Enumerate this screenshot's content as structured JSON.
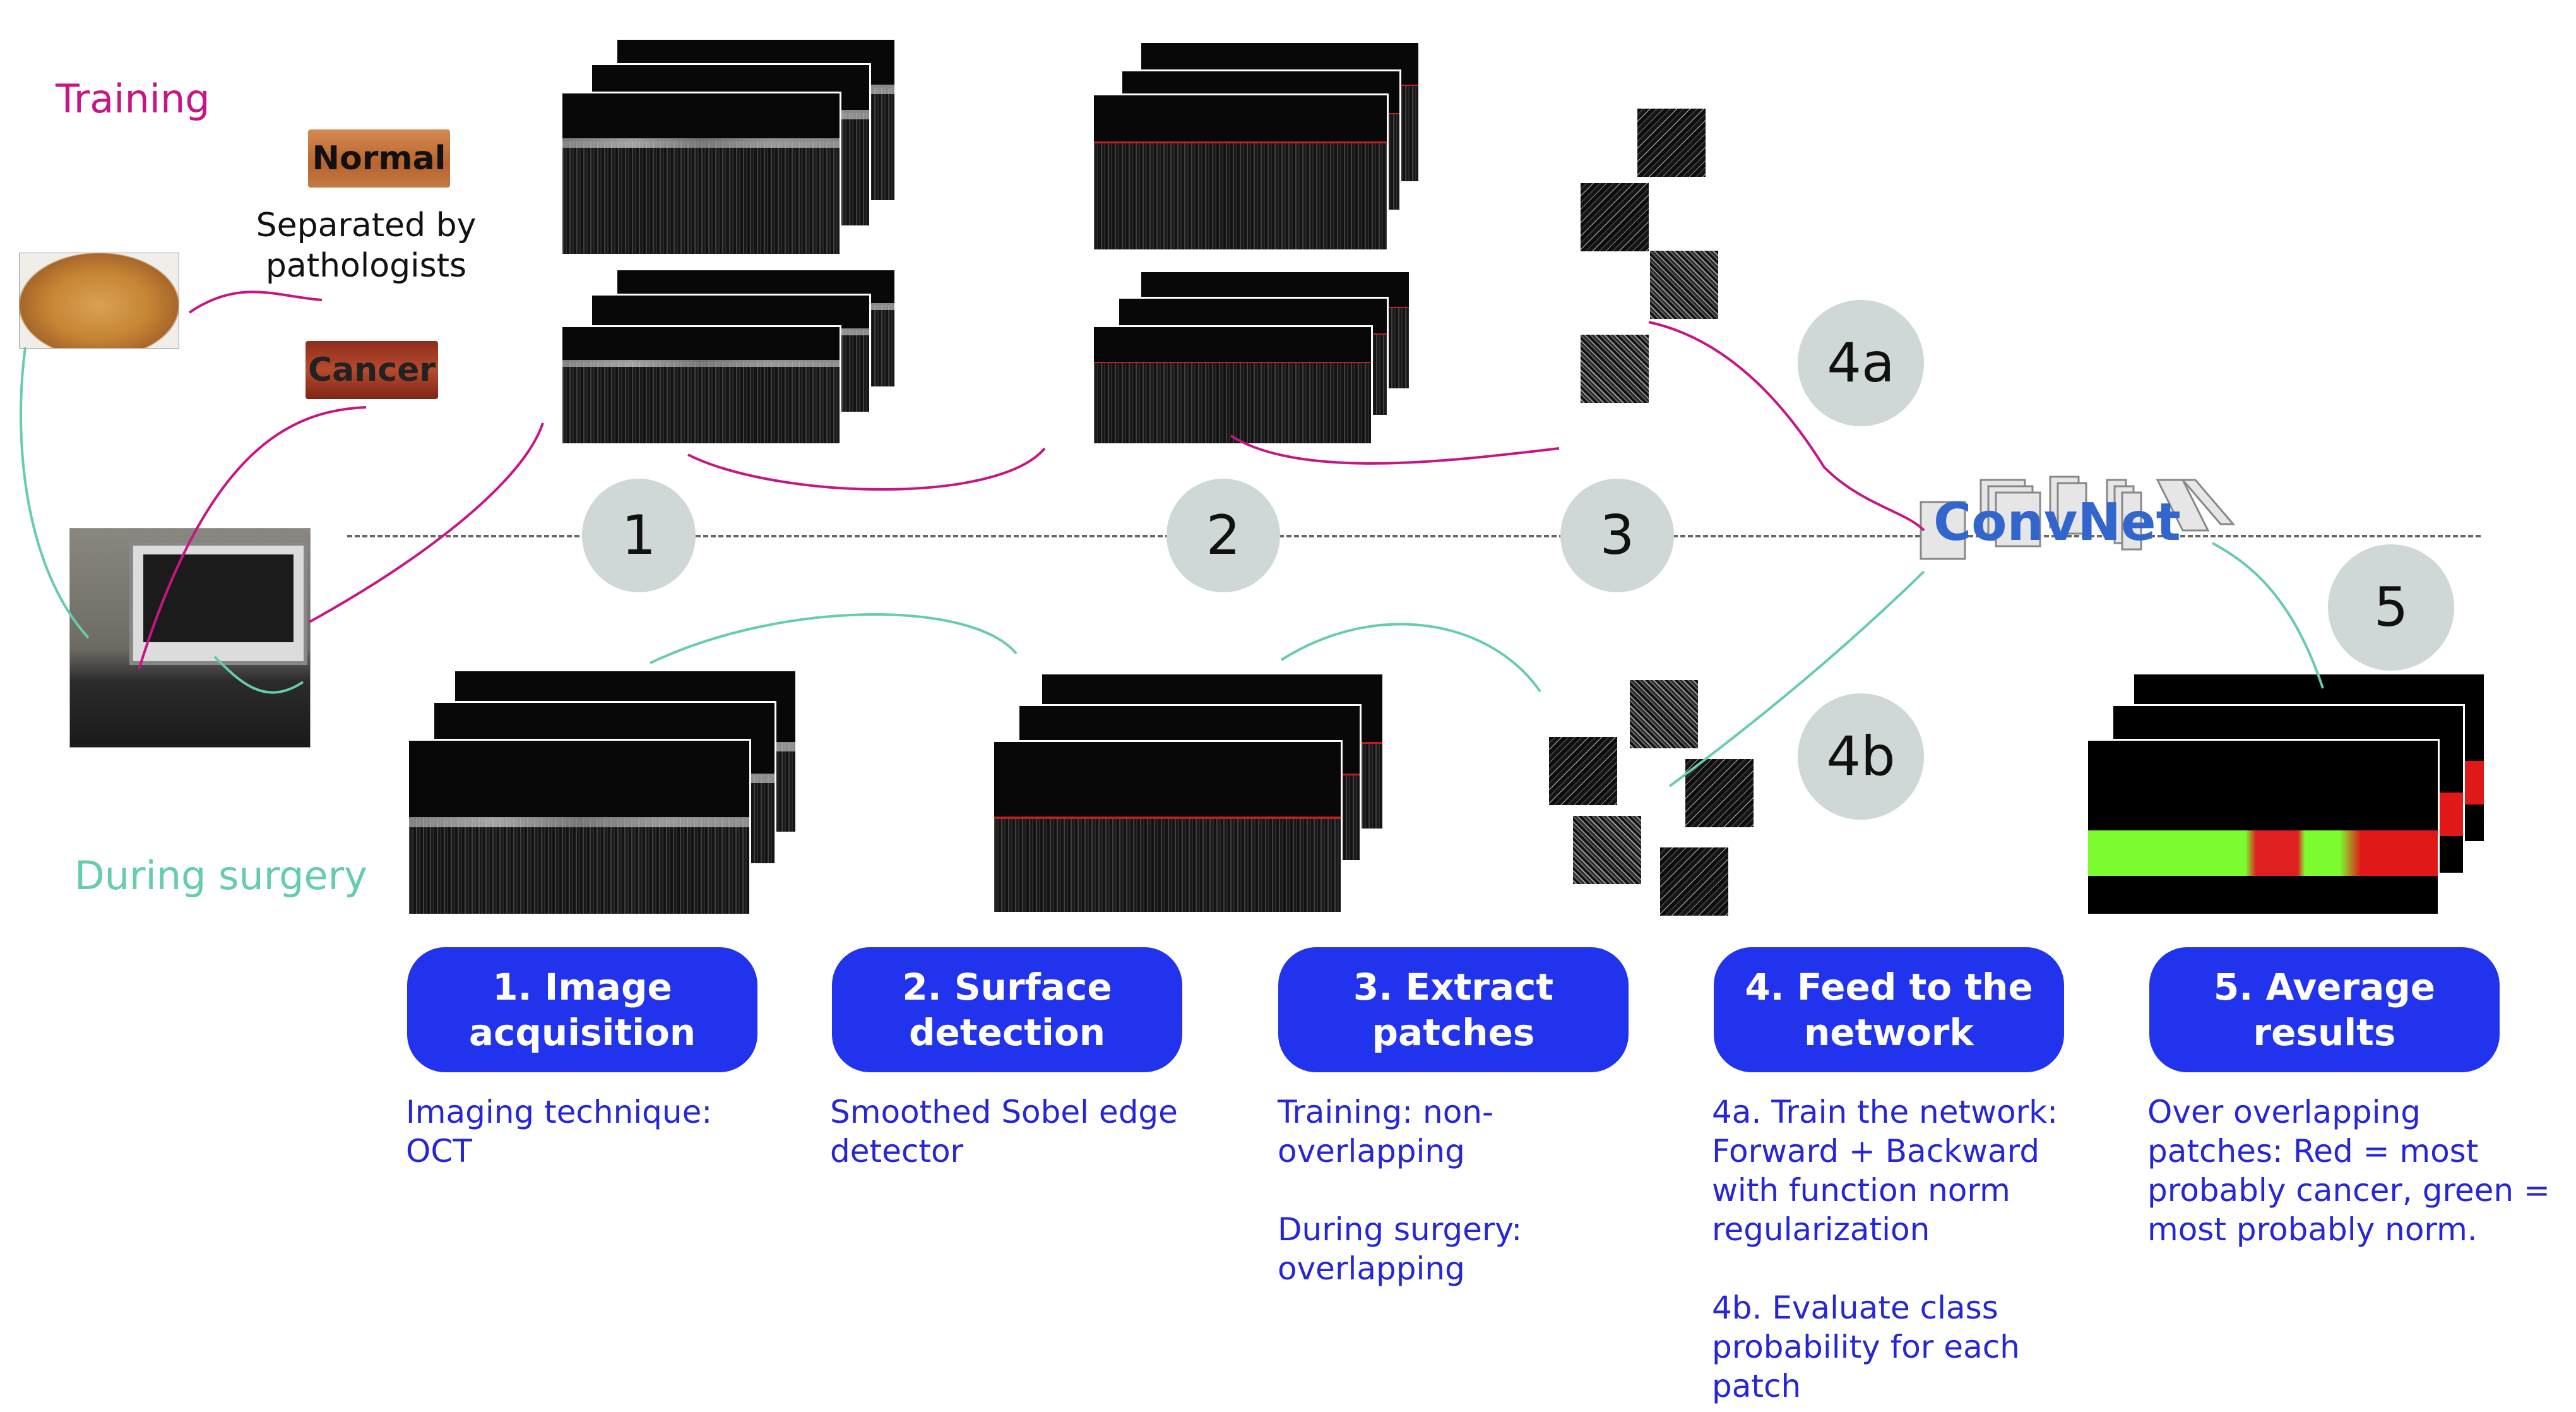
{
  "labels": {
    "training": "Training",
    "during_surgery": "During surgery",
    "normal": "Normal",
    "cancer": "Cancer",
    "separated_by": "Separated by pathologists",
    "convnet": "ConvNet"
  },
  "circles": {
    "c1": "1",
    "c2": "2",
    "c3": "3",
    "c4a": "4a",
    "c4b": "4b",
    "c5": "5"
  },
  "steps": [
    {
      "title_line1": "1. Image",
      "title_line2": "acquisition"
    },
    {
      "title_line1": "2. Surface",
      "title_line2": "detection"
    },
    {
      "title_line1": "3. Extract",
      "title_line2": "patches"
    },
    {
      "title_line1": "4. Feed to the",
      "title_line2": "network"
    },
    {
      "title_line1": "5. Average",
      "title_line2": "results"
    }
  ],
  "descriptions": {
    "d1": [
      "Imaging technique:",
      "OCT"
    ],
    "d2": [
      "Smoothed Sobel edge",
      "detector"
    ],
    "d3a": [
      "Training: non-",
      "overlapping"
    ],
    "d3b": [
      "During surgery:",
      "overlapping"
    ],
    "d4a": [
      "4a. Train the network:",
      "Forward + Backward",
      "with function norm",
      "regularization"
    ],
    "d4b": [
      "4b.  Evaluate class",
      "probability for each",
      "patch"
    ],
    "d5": [
      "Over overlapping",
      "patches: Red = most",
      "probably cancer, green =",
      "most probably norm."
    ]
  },
  "colors": {
    "training": "#c71585",
    "surgery": "#66cdaa",
    "step_button": "#2233ee",
    "description": "#2626d9",
    "circle": "#cfd8d6",
    "convnet": "#3366cc"
  }
}
